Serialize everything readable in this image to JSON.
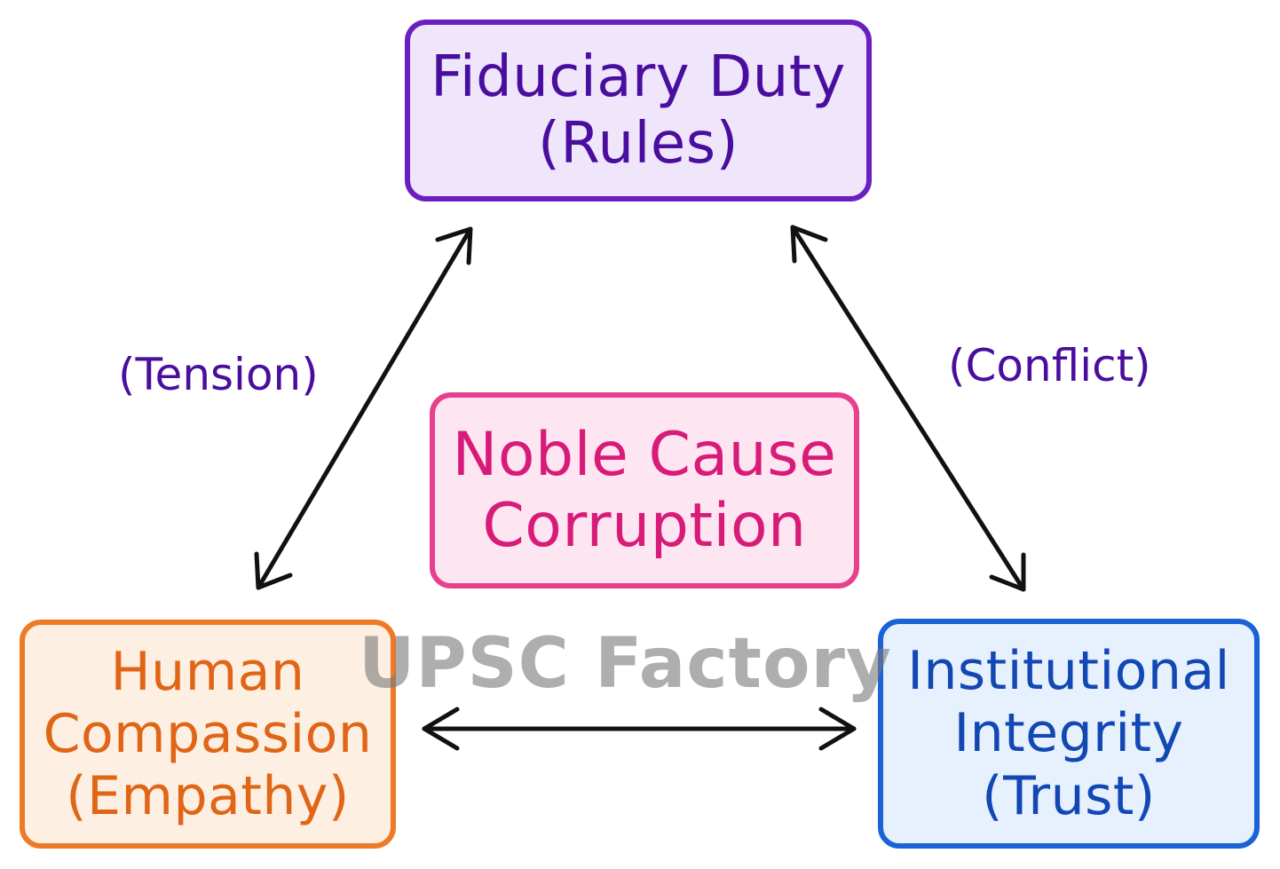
{
  "nodes": {
    "top": {
      "line1": "Fiduciary Duty",
      "line2": "(Rules)"
    },
    "center": {
      "line1": "Noble Cause",
      "line2": "Corruption"
    },
    "left": {
      "line1": "Human",
      "line2": "Compassion",
      "line3": "(Empathy)"
    },
    "right": {
      "line1": "Institutional",
      "line2": "Integrity",
      "line3": "(Trust)"
    }
  },
  "edge_labels": {
    "left_edge": "(Tension)",
    "right_edge": "(Conflict)"
  },
  "watermark": "UPSC Factory",
  "colors": {
    "top_border": "#6a1fc0",
    "top_fill": "#efe6fb",
    "center_border": "#e6408f",
    "center_fill": "#fde6f1",
    "left_border": "#ee7a26",
    "left_fill": "#fdf0e2",
    "right_border": "#1a63d6",
    "right_fill": "#e7f0fd",
    "arrow": "#111111",
    "edge_label": "#4a0e9e"
  }
}
